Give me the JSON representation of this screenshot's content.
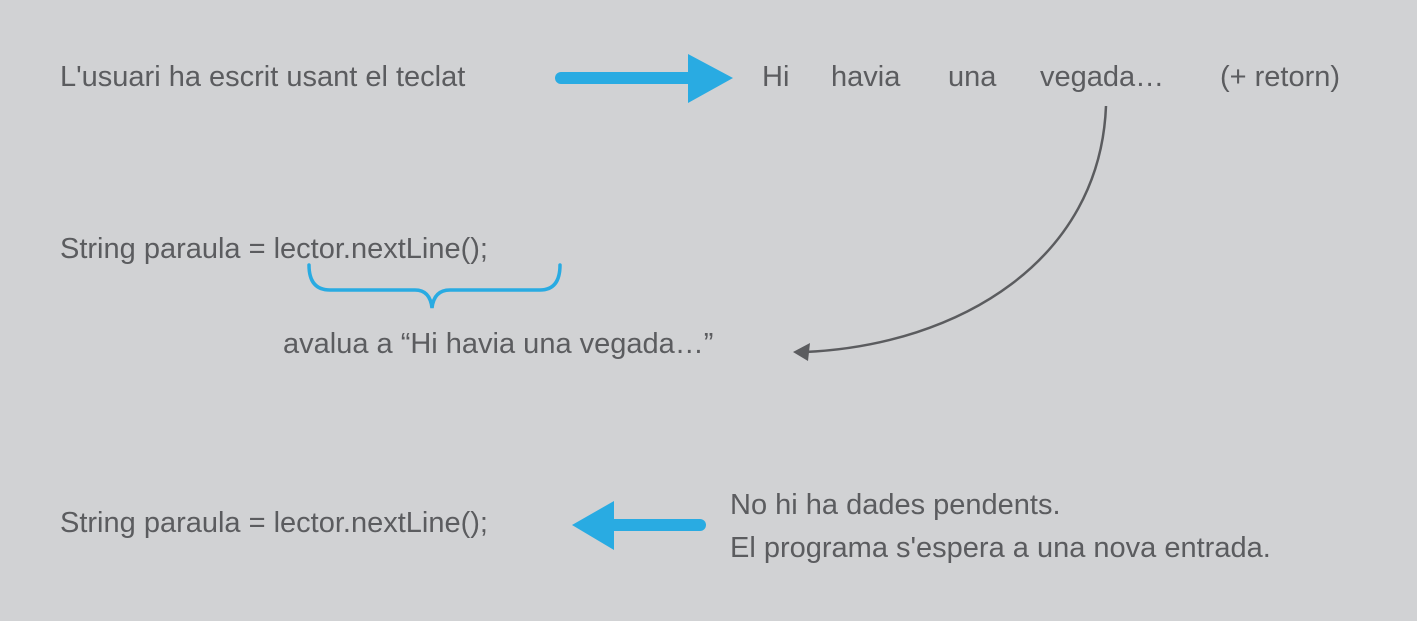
{
  "row1": {
    "label": "L'usuari ha escrit usant el teclat",
    "words": [
      "Hi",
      "havia",
      "una",
      "vegada…",
      "(+ retorn)"
    ]
  },
  "row2": {
    "code": "String paraula = lector.nextLine();",
    "evaluates": "avalua a “Hi havia una vegada…”"
  },
  "row3": {
    "code": "String paraula = lector.nextLine();",
    "note_line1": "No hi ha dades pendents.",
    "note_line2": "El programa s'espera a una nova entrada."
  },
  "colors": {
    "accent": "#29abe2",
    "text": "#5b5c5f",
    "background": "#d1d2d4"
  }
}
